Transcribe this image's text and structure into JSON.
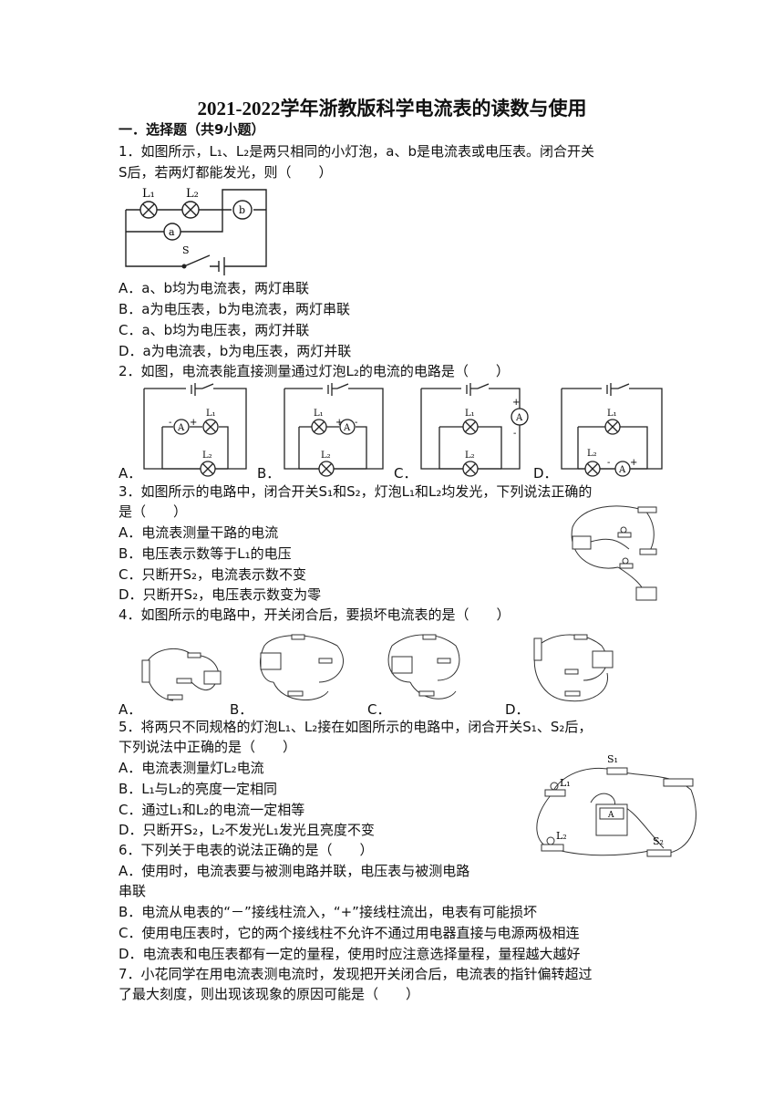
{
  "title": "2021-2022学年浙教版科学电流表的读数与使用",
  "section": "一．选择题（共9小题）",
  "q1": {
    "stem1": "1．如图所示，L₁、L₂是两只相同的小灯泡，a、b是电流表或电压表。闭合开关",
    "stem2": "S后，若两灯都能发光，则（　　）",
    "A": "A．a、b均为电流表，两灯串联",
    "B": "B．a为电压表，b为电流表，两灯串联",
    "C": "C．a、b均为电压表，两灯并联",
    "D": "D．a为电流表，b为电压表，两灯并联",
    "fig": {
      "L1": "L₁",
      "L2": "L₂",
      "a": "a",
      "b": "b",
      "S": "S"
    }
  },
  "q2": {
    "stem": "2．如图，电流表能直接测量通过灯泡L₂的电流的电路是（　　）",
    "labels": [
      "A．",
      "B．",
      "C．",
      "D．"
    ],
    "fig": {
      "L1": "L₁",
      "L2": "L₂",
      "A": "A",
      "plus": "+",
      "minus": "-"
    }
  },
  "q3": {
    "stem1": "3．如图所示的电路中，闭合开关S₁和S₂，灯泡L₁和L₂均发光，下列说法正确的",
    "stem2": "是（　　）",
    "A": "A．电流表测量干路的电流",
    "B": "B．电压表示数等于L₁的电压",
    "C": "C．只断开S₂，电流表示数不变",
    "D": "D．只断开S₂，电压表示数变为零"
  },
  "q4": {
    "stem": "4．如图所示的电路中，开关闭合后，要损坏电流表的是（　　）",
    "labels": [
      "A．",
      "B．",
      "C．",
      "D．"
    ]
  },
  "q5": {
    "stem1": "5．将两只不同规格的灯泡L₁、L₂接在如图所示的电路中，闭合开关S₁、S₂后，",
    "stem2": "下列说法中正确的是（　　）",
    "A": "A．电流表测量灯L₂电流",
    "B": "B．L₁与L₂的亮度一定相同",
    "C": "C．通过L₁和L₂的电流一定相等",
    "D": "D．只断开S₂，L₂不发光L₁发光且亮度不变",
    "fig": {
      "S1": "S₁",
      "S2": "S₂",
      "L1": "L₁",
      "L2": "L₂",
      "A": "A"
    }
  },
  "q6": {
    "stem": "6．下列关于电表的说法正确的是（　　）",
    "A1": "A．使用时，电流表要与被测电路并联，电压表与被测电路",
    "A2": "串联",
    "B": "B．电流从电表的“－”接线柱流入，“+”接线柱流出，电表有可能损坏",
    "C": "C．使用电压表时，它的两个接线柱不允许不通过用电器直接与电源两极相连",
    "D": "D．电流表和电压表都有一定的量程，使用时应注意选择量程，量程越大越好"
  },
  "q7": {
    "stem1": "7．小花同学在用电流表测电流时，发现把开关闭合后，电流表的指针偏转超过",
    "stem2": "了最大刻度，则出现该现象的原因可能是（　　）"
  }
}
